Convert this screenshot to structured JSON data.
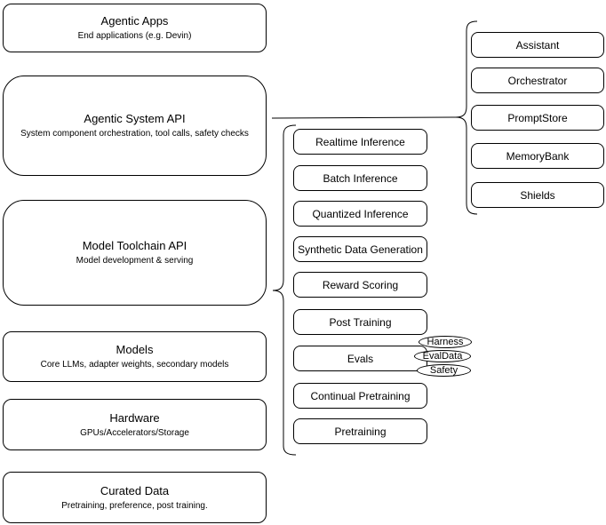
{
  "diagram": {
    "layers": [
      {
        "title": "Agentic Apps",
        "subtitle": "End applications (e.g. Devin)"
      },
      {
        "title": "Agentic System API",
        "subtitle": "System component orchestration, tool calls, safety checks"
      },
      {
        "title": "Model Toolchain API",
        "subtitle": "Model development & serving"
      },
      {
        "title": "Models",
        "subtitle": "Core LLMs, adapter weights, secondary models"
      },
      {
        "title": "Hardware",
        "subtitle": "GPUs/Accelerators/Storage"
      },
      {
        "title": "Curated Data",
        "subtitle": "Pretraining, preference, post training."
      }
    ],
    "toolchain": {
      "items": [
        "Realtime Inference",
        "Batch Inference",
        "Quantized Inference",
        "Synthetic Data Generation",
        "Reward Scoring",
        "Post Training",
        "Evals",
        "Continual Pretraining",
        "Pretraining"
      ]
    },
    "eval_tags": [
      "Harness",
      "EvalData",
      "Safety"
    ],
    "system": {
      "items": [
        "Assistant",
        "Orchestrator",
        "PromptStore",
        "MemoryBank",
        "Shields"
      ]
    },
    "colors": {
      "stroke": "#000000",
      "fill": "#ffffff",
      "text": "#000000"
    }
  }
}
